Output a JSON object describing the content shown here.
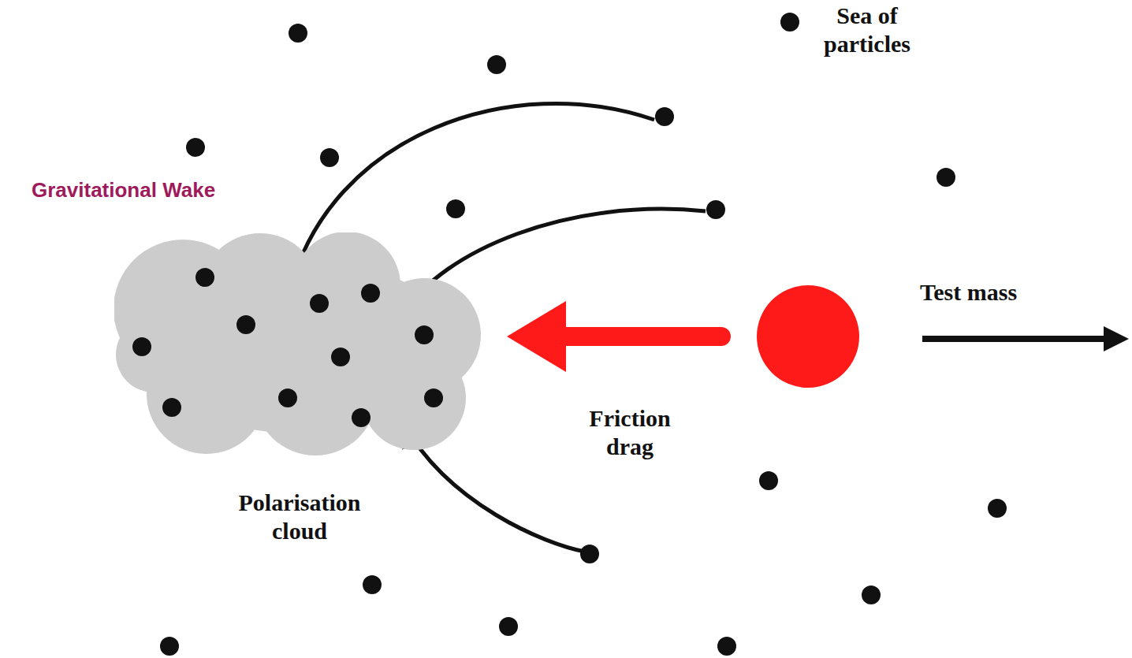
{
  "diagram": {
    "nodes": [
      {
        "text": [
          "Polarisation cloud"
        ]
      },
      {
        "text": [
          "Test mass"
        ]
      }
    ],
    "edges": [
      {
        "from": 1,
        "to": 0,
        "arrow": "to",
        "label": "Friction drag"
      }
    ],
    "labels": [
      "Sea of particles",
      "Gravitational Wake"
    ]
  }
}
